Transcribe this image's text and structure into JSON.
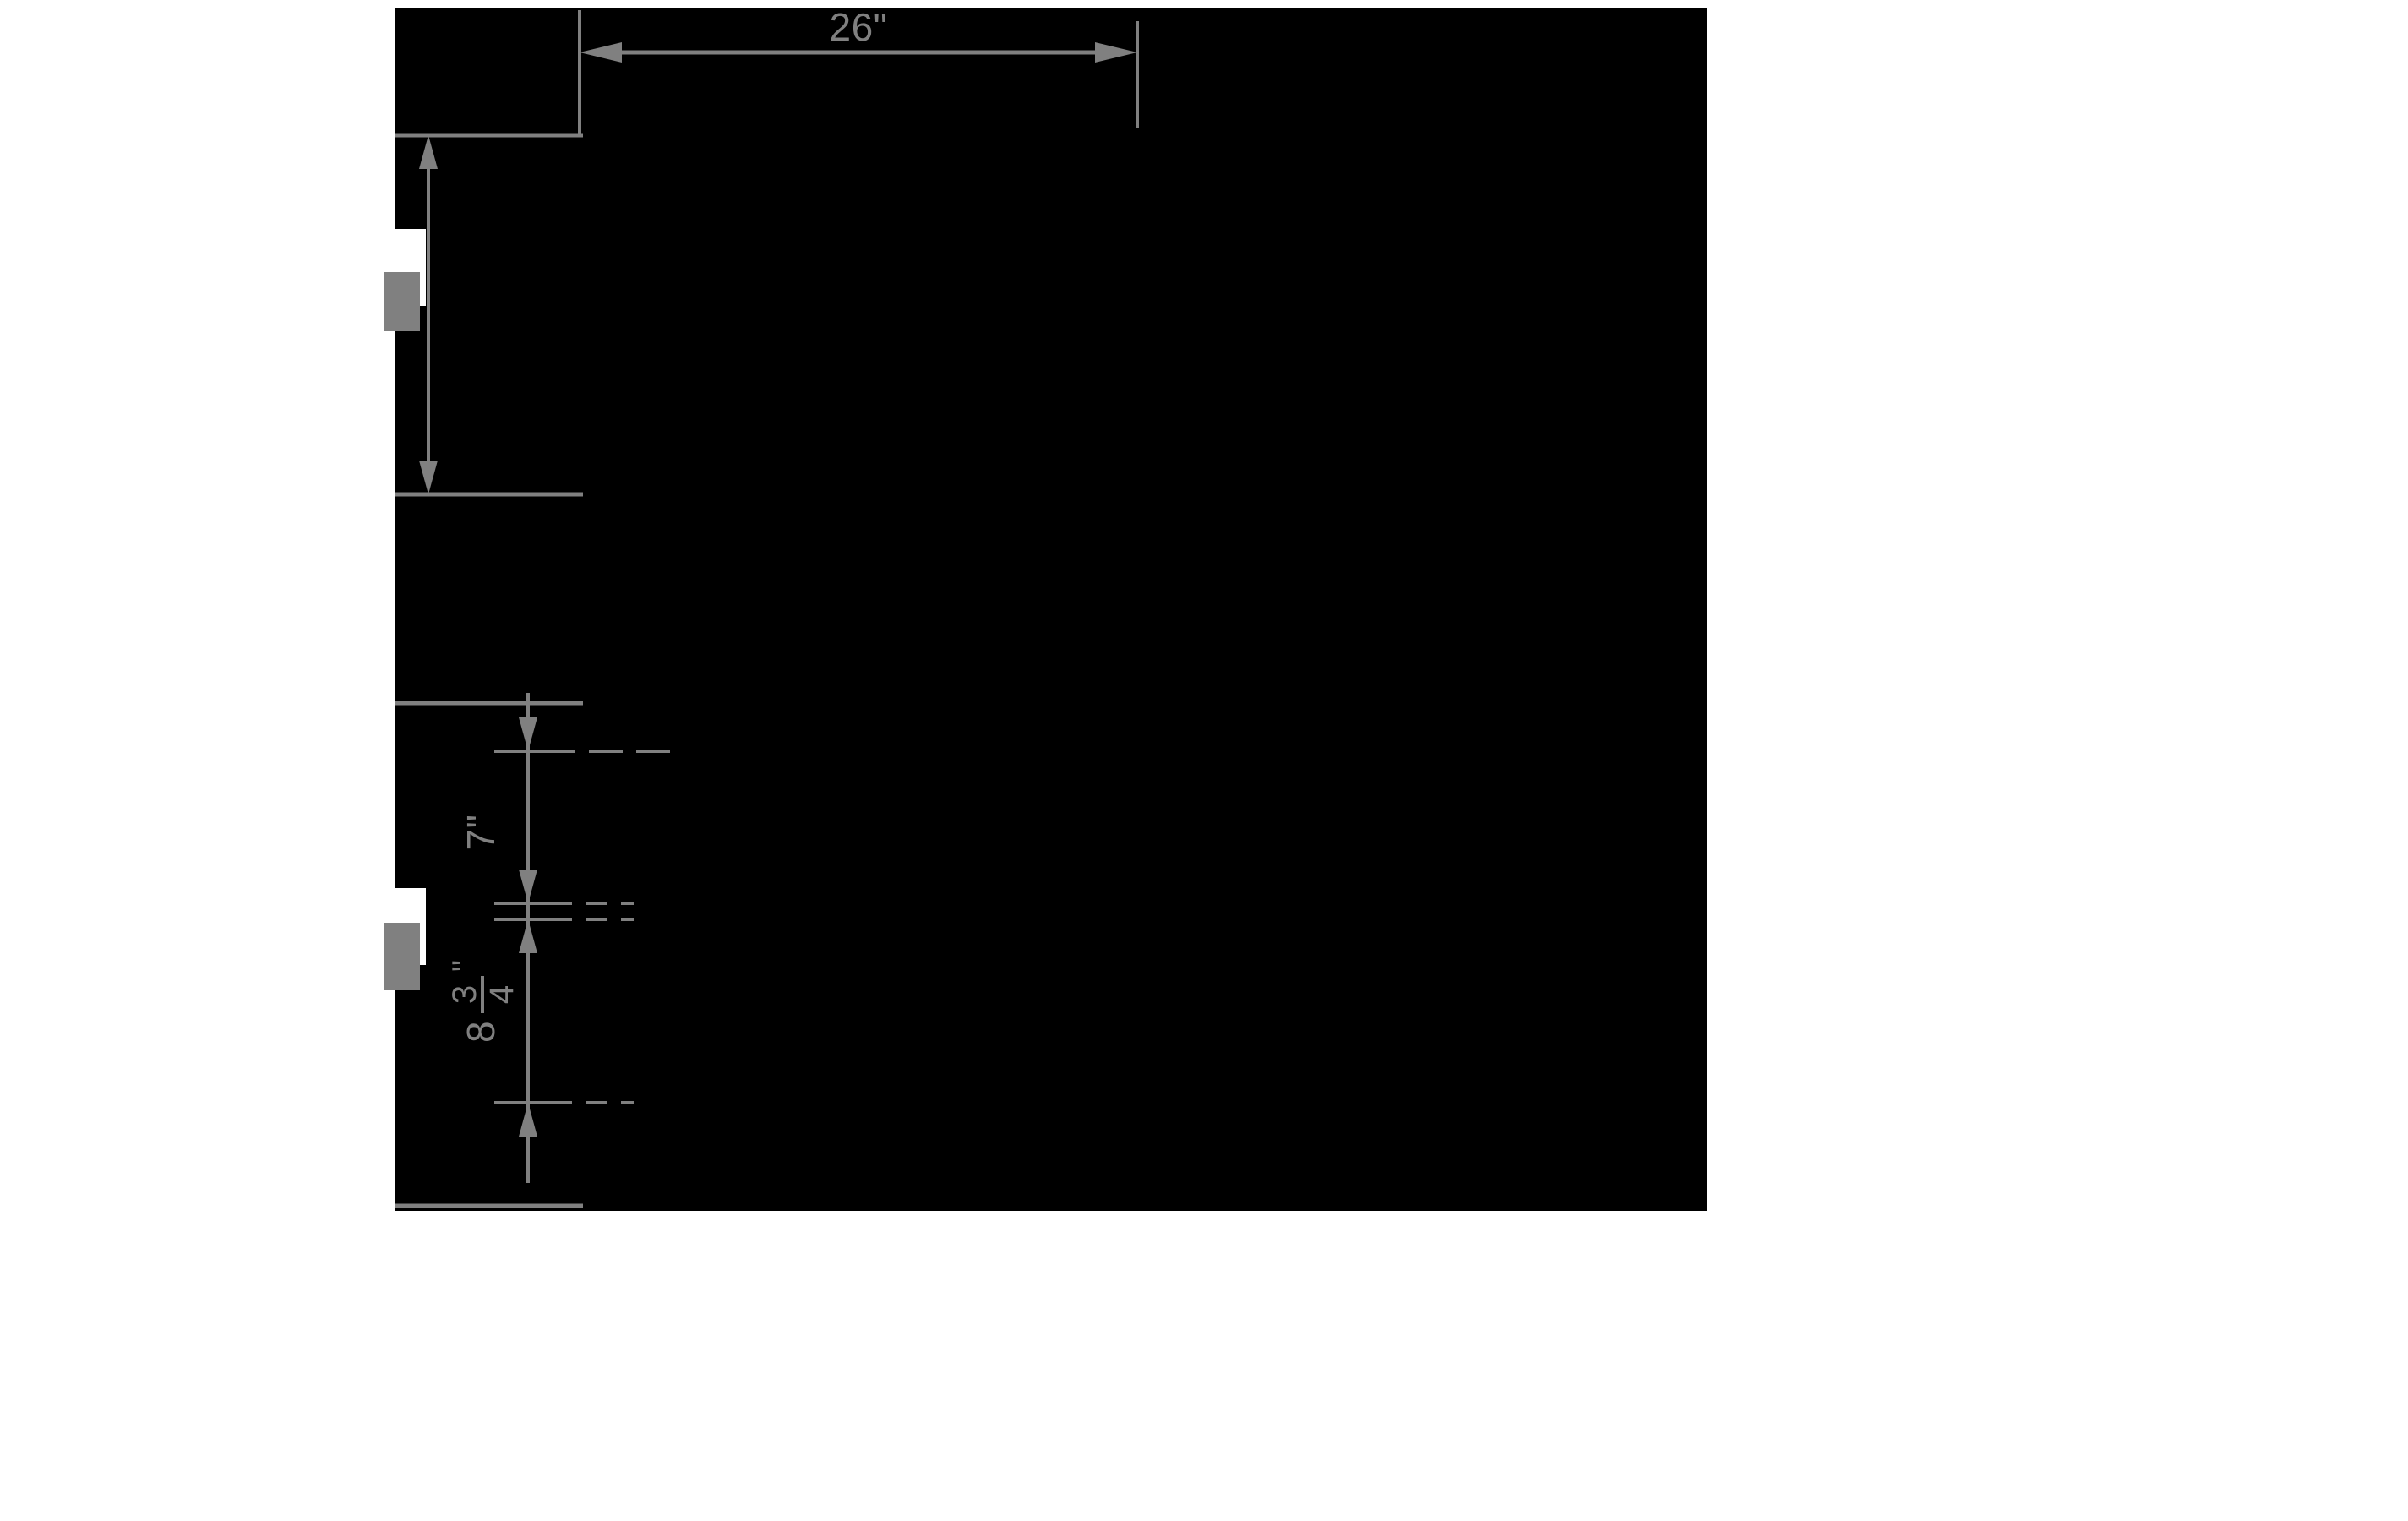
{
  "drawing": {
    "title": "Appliance front elevation dimension drawing",
    "background_color": "#ffffff",
    "body_color": "#000000",
    "dimension_color": "#808080",
    "handle_color": "#808080",
    "notch_color": "#ffffff"
  },
  "dimensions": {
    "width_top": {
      "label": "26\"",
      "orientation": "horizontal",
      "value": 26,
      "unit": "inch"
    },
    "height_upper": {
      "label": "",
      "orientation": "vertical",
      "unit": "inch"
    },
    "height_seven": {
      "label": "7\"",
      "orientation": "vertical",
      "value": 7,
      "unit": "inch"
    },
    "height_eight_three_quarters": {
      "whole": "8",
      "numerator": "3",
      "denominator": "4",
      "inch_mark": "\"",
      "label": "8 3/4\"",
      "orientation": "vertical",
      "value": 8.75,
      "unit": "inch"
    }
  },
  "parts": {
    "handle_upper": {
      "name": "upper-handle"
    },
    "handle_lower": {
      "name": "lower-handle"
    }
  }
}
